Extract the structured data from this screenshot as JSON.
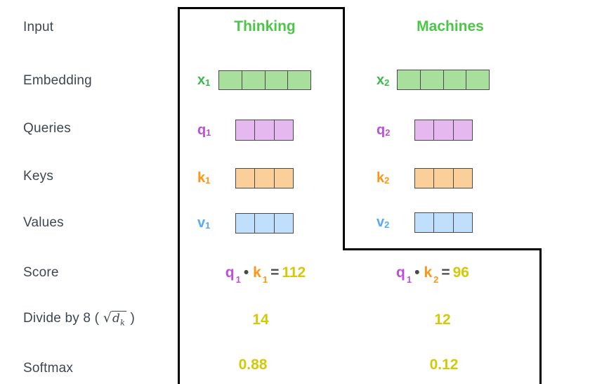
{
  "row_labels": {
    "input": "Input",
    "embedding": "Embedding",
    "queries": "Queries",
    "keys": "Keys",
    "values": "Values",
    "score": "Score",
    "divide_prefix": "Divide by 8 ( ",
    "divide_sqrt": "√",
    "divide_base": "d",
    "divide_sub": "k",
    "divide_suffix": " )",
    "softmax": "Softmax"
  },
  "columns": [
    {
      "header": "Thinking",
      "embedding_label": "x",
      "embedding_sub": "1",
      "embedding_cells": 4,
      "query_label": "q",
      "query_sub": "1",
      "query_cells": 3,
      "key_label": "k",
      "key_sub": "1",
      "key_cells": 3,
      "value_label": "v",
      "value_sub": "1",
      "value_cells": 3,
      "score": {
        "q": "q",
        "q_sub": "1",
        "dot": "•",
        "k": "k",
        "k_sub": "1",
        "eq": "=",
        "value": "112"
      },
      "divided_value": "14",
      "softmax_value": "0.88"
    },
    {
      "header": "Machines",
      "embedding_label": "x",
      "embedding_sub": "2",
      "embedding_cells": 4,
      "query_label": "q",
      "query_sub": "2",
      "query_cells": 3,
      "key_label": "k",
      "key_sub": "2",
      "key_cells": 3,
      "value_label": "v",
      "value_sub": "2",
      "value_cells": 3,
      "score": {
        "q": "q",
        "q_sub": "1",
        "dot": "•",
        "k": "k",
        "k_sub": "2",
        "eq": "=",
        "value": "96"
      },
      "divided_value": "12",
      "softmax_value": "0.12"
    }
  ],
  "colors": {
    "header_green": "#4CC648",
    "x_label_green": "#3CB94C",
    "x_fill_green": "#A8DF9D",
    "q_label_purple": "#BC50D8",
    "q_fill_purple": "#E5B9F0",
    "k_label_orange": "#FF9415",
    "k_fill_orange": "#FBCF99",
    "v_label_blue": "#55A9F7",
    "v_fill_blue": "#BFDFFC",
    "result_olive": "#D2C90A",
    "label_dark": "#3E4650",
    "cell_border": "#4A4A4A",
    "outline_black": "#000000"
  }
}
